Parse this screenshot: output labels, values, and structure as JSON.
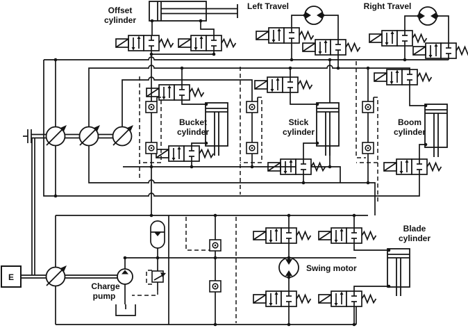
{
  "colors": {
    "line": "#141414",
    "background": "#ffffff"
  },
  "labels": {
    "offset_cylinder": [
      "Offset",
      "cylinder"
    ],
    "left_travel": "Left Travel",
    "right_travel": "Right Travel",
    "bucket_cylinder": [
      "Bucket",
      "cylinder"
    ],
    "stick_cylinder": [
      "Stick",
      "cylinder"
    ],
    "boom_cylinder": [
      "Boom",
      "cylinder"
    ],
    "charge_pump": [
      "Charge",
      "pump"
    ],
    "swing_motor": "Swing motor",
    "blade_cylinder": [
      "Blade",
      "cylinder"
    ],
    "engine": "E"
  },
  "components": [
    {
      "name": "offset-cylinder",
      "type": "double-acting hydraulic cylinder"
    },
    {
      "name": "left-travel-motor",
      "type": "hydraulic motor"
    },
    {
      "name": "right-travel-motor",
      "type": "hydraulic motor"
    },
    {
      "name": "bucket-cylinder",
      "type": "double-acting hydraulic cylinder"
    },
    {
      "name": "stick-cylinder",
      "type": "double-acting hydraulic cylinder"
    },
    {
      "name": "boom-cylinder",
      "type": "double-acting hydraulic cylinder"
    },
    {
      "name": "blade-cylinder",
      "type": "double-acting hydraulic cylinder"
    },
    {
      "name": "swing-motor",
      "type": "hydraulic motor"
    },
    {
      "name": "main-pump-1",
      "type": "variable displacement pump"
    },
    {
      "name": "main-pump-2",
      "type": "variable displacement pump"
    },
    {
      "name": "main-pump-3",
      "type": "variable displacement pump"
    },
    {
      "name": "bottom-variable-pump",
      "type": "variable displacement pump"
    },
    {
      "name": "charge-pump",
      "type": "fixed displacement charge pump"
    },
    {
      "name": "engine",
      "type": "prime mover (E)"
    },
    {
      "name": "accumulator",
      "type": "hydro-pneumatic accumulator"
    },
    {
      "name": "relief-valve",
      "type": "pressure relief valve"
    },
    {
      "name": "tank",
      "type": "reservoir"
    },
    {
      "name": "solenoid-directional-valves",
      "type": "2-position solenoid valve with spring return",
      "count": 16
    },
    {
      "name": "pilot-operated-check-valves",
      "type": "pilot check valve",
      "count": 8
    }
  ]
}
